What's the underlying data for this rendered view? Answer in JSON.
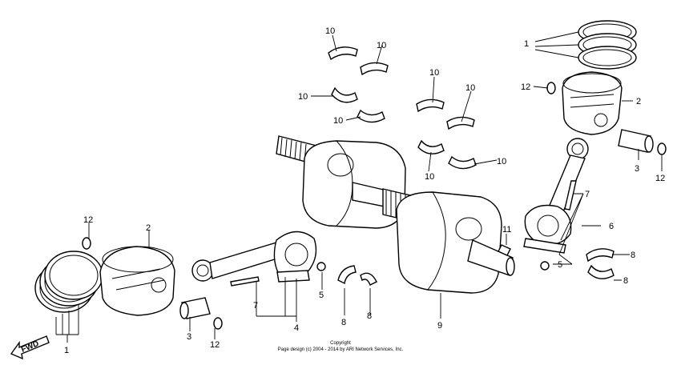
{
  "callouts": [
    "1",
    "2",
    "3",
    "4",
    "5",
    "6",
    "7",
    "8",
    "9",
    "10",
    "11",
    "12"
  ],
  "fwd_label": "FWD",
  "copyright": {
    "line1": "Copyright",
    "line2": "Page design (c) 2004 - 2014 by ARI Network Services, Inc."
  }
}
